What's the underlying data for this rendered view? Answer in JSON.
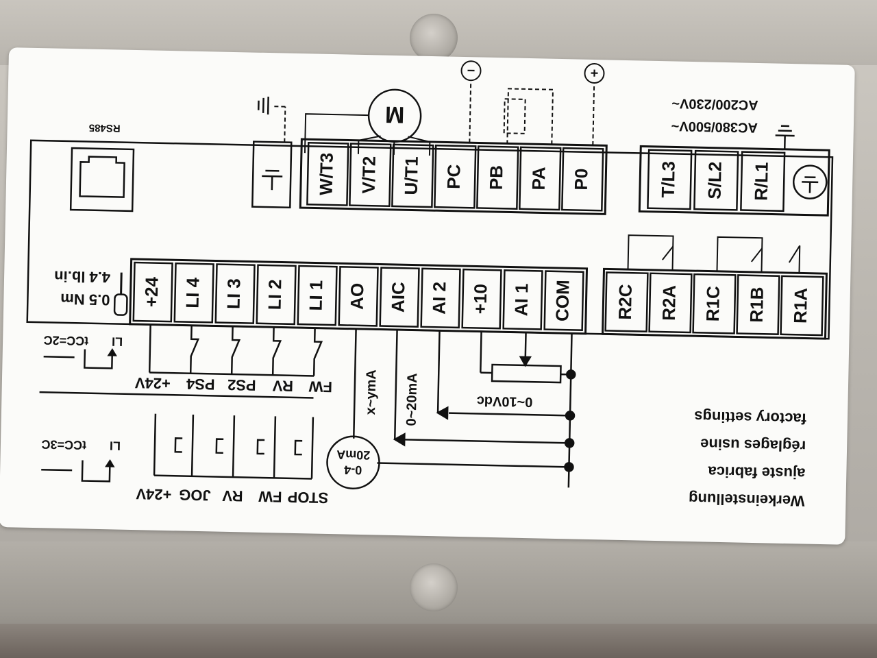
{
  "settings": {
    "line1": "Werkeinstellung",
    "line2": "ajuste fabrica",
    "line3": "réglages usine",
    "line4": "factory settings"
  },
  "inputs_3c": {
    "mode": "tCC=3C",
    "terminal": "LI",
    "labels": [
      "STOP",
      "FW",
      "RV",
      "JOG",
      "+24V"
    ]
  },
  "inputs_2c": {
    "mode": "tCC=2C",
    "terminal": "LI",
    "labels": [
      "FW",
      "RV",
      "PS2",
      "PS4",
      "+24V"
    ]
  },
  "analog": {
    "meter_top": "0-4",
    "meter_bottom": "20mA",
    "aic_range": "0~20mA",
    "ao_range": "x~ymA",
    "ai2_range": "0~10Vdc"
  },
  "torque": {
    "nm": "0.5 Nm",
    "lbin": "4.4 lb.in"
  },
  "control_terminals": [
    "COM",
    "AI 1",
    "+10",
    "AI 2",
    "AIC",
    "AO",
    "LI 1",
    "LI 2",
    "LI 3",
    "LI 4",
    "+24"
  ],
  "relay_terminals": [
    "R1A",
    "R1B",
    "R1C",
    "R2A",
    "R2C"
  ],
  "power_input_terminals": [
    "R/L1",
    "S/L2",
    "T/L3"
  ],
  "power_dc_terminals": [
    "P0",
    "PA",
    "PB",
    "PC"
  ],
  "motor_terminals": [
    "U/T1",
    "V/T2",
    "W/T3"
  ],
  "motor": "M",
  "rs485": "RS485",
  "supply": {
    "line1": "AC380/500V~",
    "line2": "AC200/230V~"
  },
  "dc_plus": "+",
  "dc_minus": "−"
}
